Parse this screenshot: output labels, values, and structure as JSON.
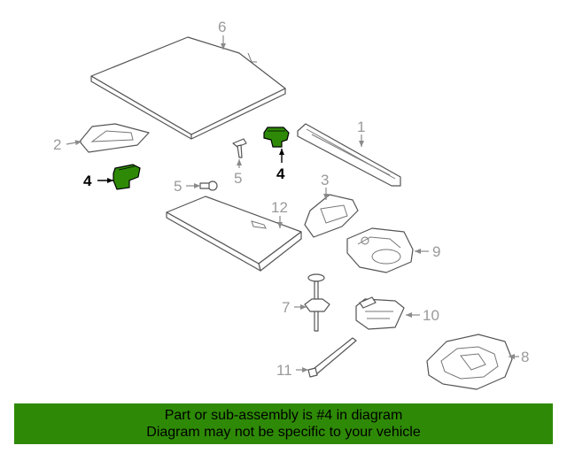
{
  "callouts": {
    "c1": "1",
    "c2": "2",
    "c3": "3",
    "c4a": "4",
    "c4b": "4",
    "c5a": "5",
    "c5b": "5",
    "c6": "6",
    "c7": "7",
    "c8": "8",
    "c9": "9",
    "c10": "10",
    "c11": "11",
    "c12": "12"
  },
  "highlight_color": "#2e8a06",
  "banner": {
    "line1": "Part or sub-assembly is #4 in diagram",
    "line2": "Diagram may not be specific to your vehicle"
  }
}
